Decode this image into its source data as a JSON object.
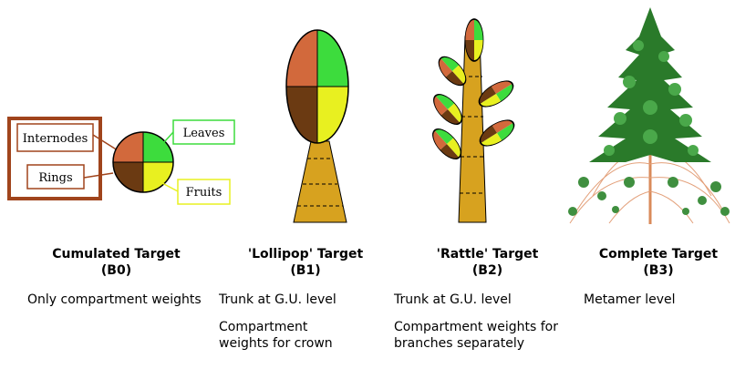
{
  "boxes": {
    "internodes": "Internodes",
    "rings": "Rings",
    "leaves": "Leaves",
    "fruits": "Fruits"
  },
  "colors": {
    "internodes": "#d2693c",
    "rings": "#6b3a12",
    "leaves": "#3ddc3d",
    "fruits": "#e8f020",
    "trunk": "#d7a21f",
    "frame": "#a0441c"
  },
  "columns": [
    {
      "title": "Cumulated Target",
      "code": "(B0)",
      "desc1": "Only compartment weights",
      "desc2": ""
    },
    {
      "title": "'Lollipop' Target",
      "code": "(B1)",
      "desc1": "Trunk at G.U. level",
      "desc2": "Compartment weights for crown"
    },
    {
      "title": "'Rattle' Target",
      "code": "(B2)",
      "desc1": "Trunk at G.U. level",
      "desc2": "Compartment weights for branches separately"
    },
    {
      "title": "Complete Target",
      "code": "(B3)",
      "desc1": "Metamer level",
      "desc2": ""
    }
  ]
}
